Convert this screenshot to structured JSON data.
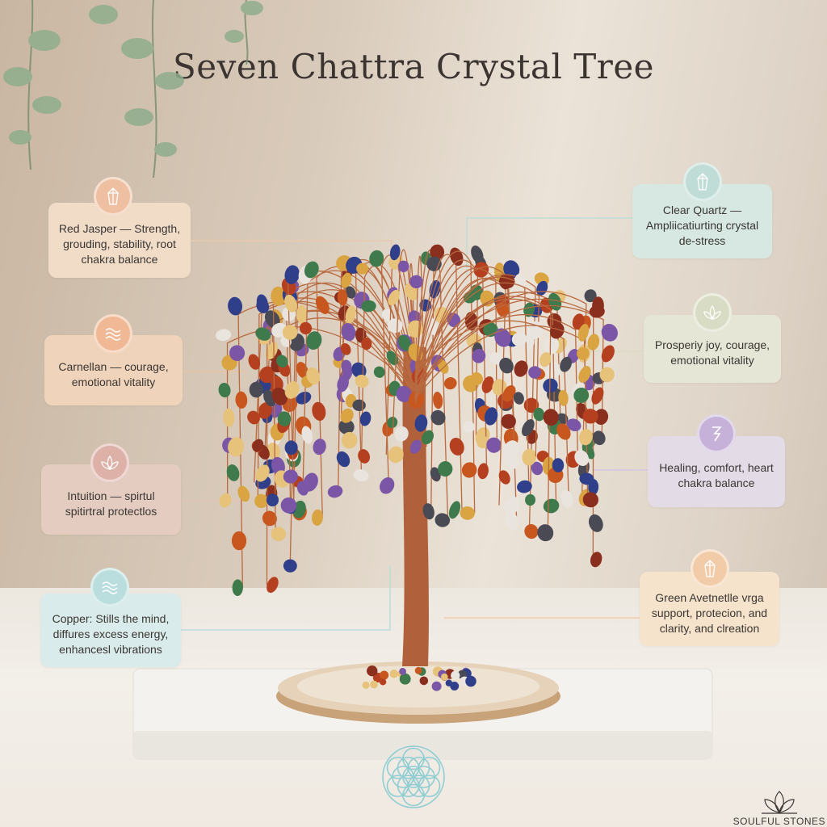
{
  "title": "Seven Chattra Crystal Tree",
  "brand": {
    "name": "SOULFUL STONES",
    "icon": "lotus-icon"
  },
  "cards": [
    {
      "id": "red-jasper",
      "text": "Red Jasper — Strength, grouding, stability, root chakra balance",
      "icon": "crystal-icon",
      "color": "#f1dcc8",
      "icon_color": "#eebfa0"
    },
    {
      "id": "carnelian",
      "text": "Carnellan — courage, emotional vitality",
      "icon": "waves-icon",
      "color": "#efd3bb",
      "icon_color": "#f0b894"
    },
    {
      "id": "intuition",
      "text": "Intuition — spirtul spitirtral protectlos",
      "icon": "lotus-icon",
      "color": "#e4cdc0",
      "icon_color": "#deb1a8"
    },
    {
      "id": "copper",
      "text": "Copper: Stills the mind, diffures excess energy, enhancesl vibrations",
      "icon": "waves-icon",
      "color": "#d9ebea",
      "icon_color": "#b9dedd"
    },
    {
      "id": "clear-quartz",
      "text": "Clear Quartz — Ampliicatiurting crystal de-stress",
      "icon": "crystal-icon",
      "color": "#d7e8e3",
      "icon_color": "#bfdcd6"
    },
    {
      "id": "prosperity",
      "text": "Prosperiy joy, courage, emotional vitality",
      "icon": "lotus-icon",
      "color": "#e6e6d6",
      "icon_color": "#d9dcc4"
    },
    {
      "id": "healing",
      "text": "Healing, comfort, heart chakra balance",
      "icon": "lightning-icon",
      "color": "#e3dbe6",
      "icon_color": "#c6b2d8"
    },
    {
      "id": "green-aventurine",
      "text": "Green Avetnetlle vrga support, protecion, and clarity, and clreation",
      "icon": "crystal-icon",
      "color": "#f5e3cc",
      "icon_color": "#f2cca8"
    }
  ],
  "stone_colors": [
    "#b5401f",
    "#c8571f",
    "#2f3f8a",
    "#e9e4dd",
    "#d9a441",
    "#3f7a4c",
    "#7b55a6",
    "#8a2f1e",
    "#e6c27a",
    "#4a4a55"
  ],
  "accent_teal": "#8fcdd3"
}
